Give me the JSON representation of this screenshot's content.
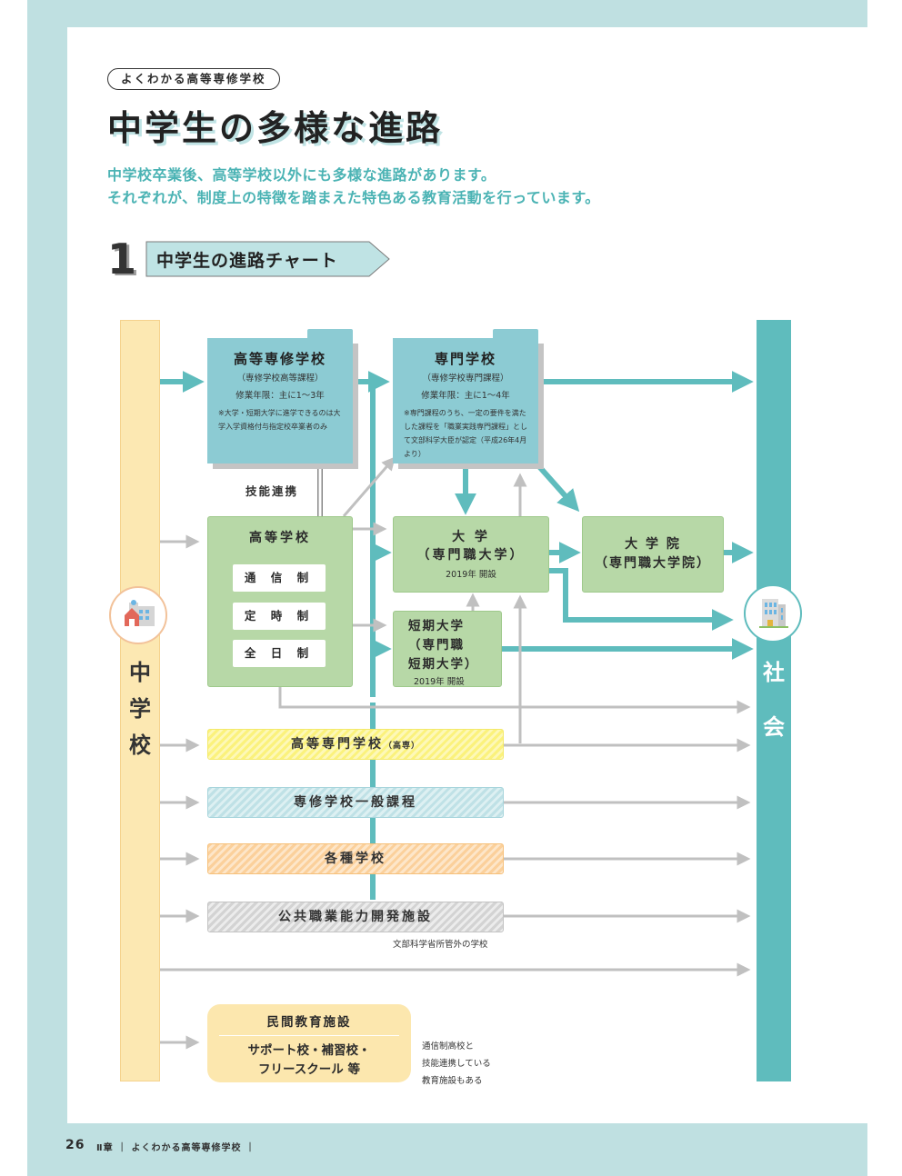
{
  "header": {
    "series_badge": "よくわかる高等専修学校",
    "title": "中学生の多様な進路",
    "lead_lines": [
      "中学校卒業後、高等学校以外にも多様な進路があります。",
      "それぞれが、制度上の特徴を踏まえた特色ある教育活動を行っています。"
    ]
  },
  "section": {
    "number": "1",
    "label": "中学生の進路チャート"
  },
  "chart": {
    "start_column": {
      "chars": [
        "中",
        "学",
        "校"
      ],
      "icon": "school-building-icon"
    },
    "end_column": {
      "chars": [
        "社",
        "会"
      ],
      "icon": "office-building-icon"
    },
    "koutou_senshu": {
      "title": "高等専修学校",
      "subtitle": "（専修学校高等課程）",
      "years": "修業年限：主に1〜3年",
      "note": "※大学・短期大学に進学できるのは大学入学資格付与指定校卒業者のみ"
    },
    "senmon": {
      "title": "専門学校",
      "subtitle": "（専修学校専門課程）",
      "years": "修業年限：主に1〜4年",
      "note": "※専門課程のうち、一定の要件を満たした課程を「職業実践専門課程」として文部科学大臣が認定（平成26年4月より）"
    },
    "skill_link": "技能連携",
    "high_school": {
      "title": "高等学校",
      "modes": [
        "通 信 制",
        "定 時 制",
        "全 日 制"
      ]
    },
    "university": {
      "line1": "大 学",
      "line2": "（専門職大学）",
      "note": "2019年 開設"
    },
    "graduate": {
      "line1": "大 学 院",
      "line2": "（専門職大学院）"
    },
    "junior_college": {
      "line1": "短期大学",
      "line2": "（専門職",
      "line3": "短期大学）",
      "note": "2019年 開設"
    },
    "bands": {
      "kosen": "高等専門学校",
      "kosen_small": "（高専）",
      "general": "専修学校一般課程",
      "misc": "各種学校",
      "public": "公共職業能力開発施設"
    },
    "outside_note": "文部科学省所管外の学校",
    "private": {
      "title": "民間教育施設",
      "body_line1": "サポート校・補習校・",
      "body_line2": "フリースクール 等"
    },
    "private_note": [
      "通信制高校と",
      "技能連携している",
      "教育施設もある"
    ]
  },
  "footer": {
    "page_number": "26",
    "chapter": "Ⅱ章 ｜ よくわかる高等専修学校 ｜"
  },
  "colors": {
    "teal": "#5fbcbd",
    "frame": "#bfe0e1",
    "folder": "#8ccbd3",
    "green": "#b7d8a7",
    "gray_arrow": "#c0c0c0",
    "jhs_column": "#fce8b2"
  }
}
